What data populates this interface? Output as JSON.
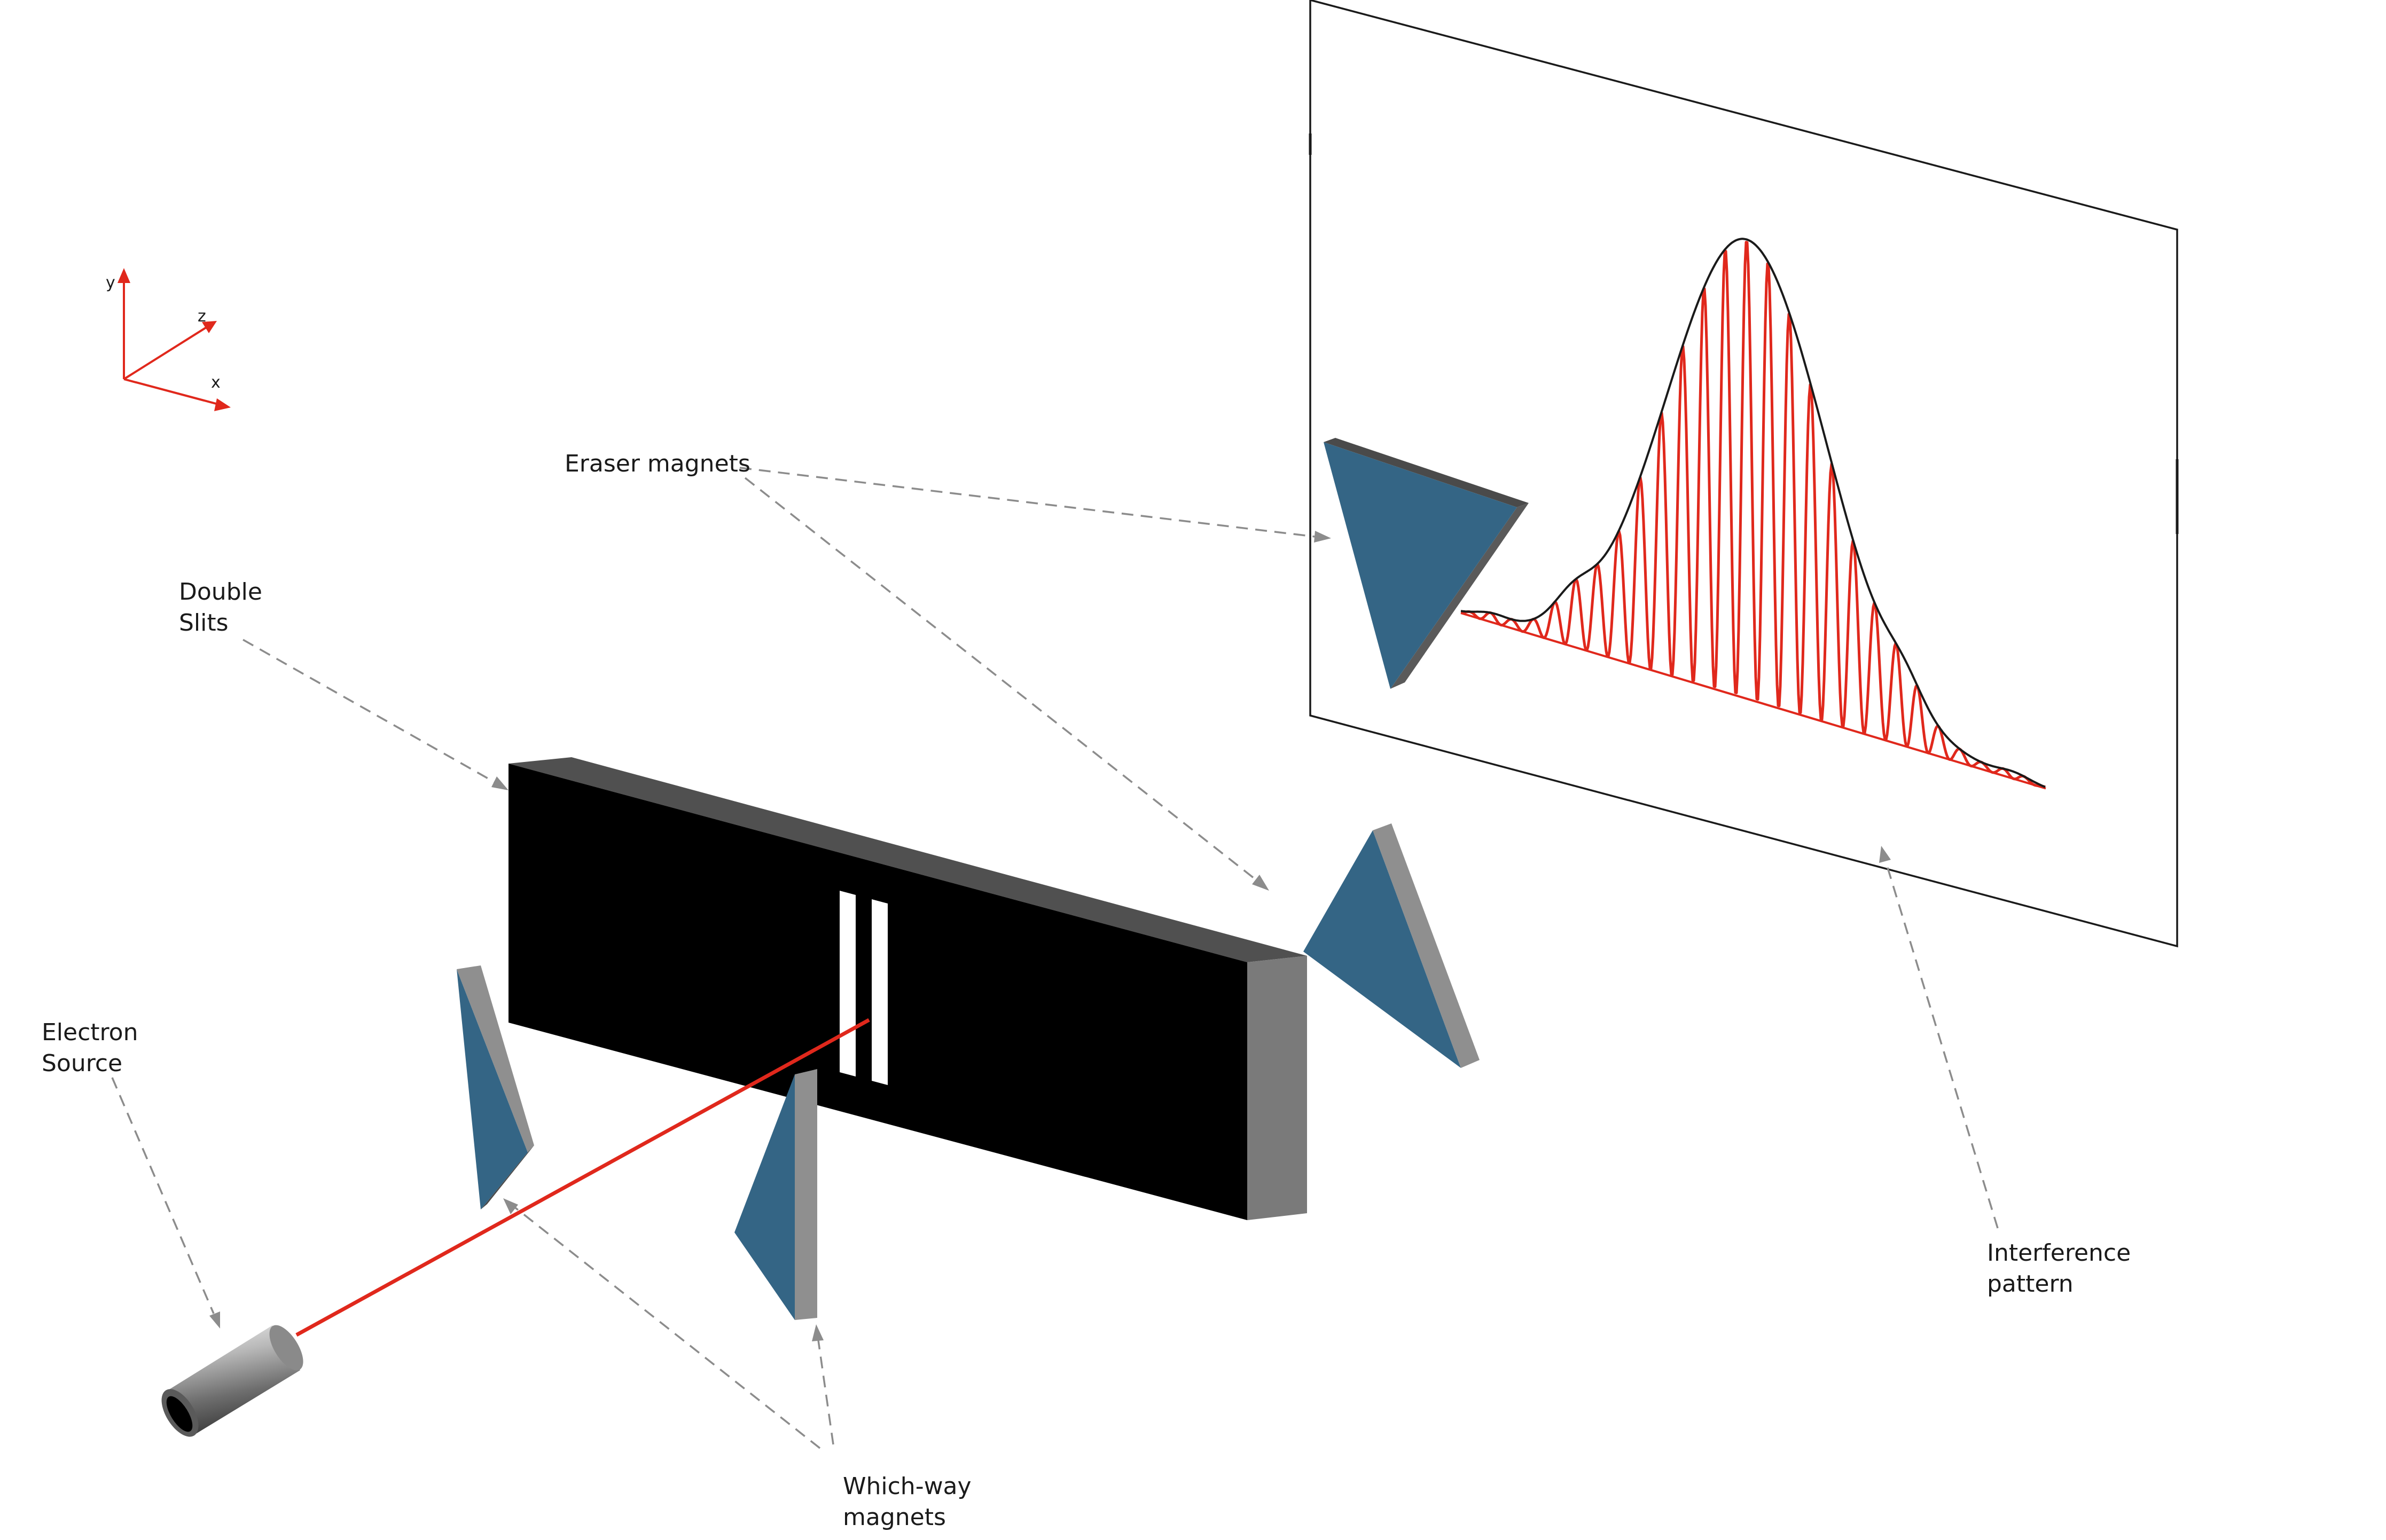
{
  "labels": {
    "eraser_magnets": "Eraser magnets",
    "double_slits": [
      "Double",
      "Slits"
    ],
    "electron_source": [
      "Electron",
      "Source"
    ],
    "which_way_magnets": [
      "Which-way",
      "magnets"
    ],
    "interference_pattern": [
      "Interference",
      "pattern"
    ]
  },
  "axes": {
    "x": "x",
    "y": "y",
    "z": "z"
  },
  "colors": {
    "beam": "#e0281c",
    "magnet_face": "#346585",
    "magnet_side": "#8f8f8f",
    "slit_barrier_front": "#000000",
    "slit_barrier_top": "#505050",
    "slit_barrier_side": "#7a7a7a",
    "envelope": "#1a1a1a",
    "fringes": "#e0281c",
    "leader_lines": "#8c8c8c"
  }
}
